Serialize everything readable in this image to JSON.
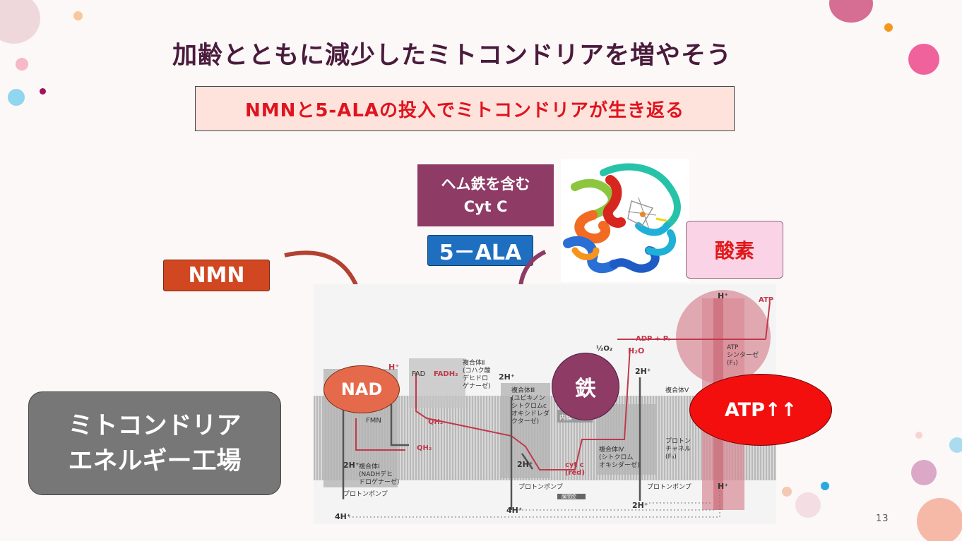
{
  "slide": {
    "title": "加齢とともに減少したミトコンドリアを増やそう",
    "subtitle": "NMNと5-ALAの投入でミトコンドリアが生き返る",
    "page_number": "13"
  },
  "labels": {
    "heme_line1": "ヘム鉄を含む",
    "heme_line2": "Cyt C",
    "ala": "5－ALA",
    "oxygen": "酸素",
    "nmn": "NMN",
    "nad": "NAD",
    "iron": "鉄",
    "atp_up": "ATP↑↑",
    "mito_line1": "ミトコンドリア",
    "mito_line2": "エネルギー工場"
  },
  "diagram": {
    "h_plus_top": "H⁺",
    "atp": "ATP",
    "adp_pi": "ADP + Pᵢ",
    "half_o2": "½O₂",
    "h2o": "H₂O",
    "atp_synthase": "ATP\nシンターゼ\n(F₁)",
    "fad": "FAD",
    "fadh2": "FADH₂",
    "complex2": "複合体Ⅱ\n(コハク酸\nデヒドロ\nゲナーゼ)",
    "complex3": "複合体Ⅲ\n(ユビキノン\nシトクロムc\nオキシドレダ\nクターゼ)",
    "complex5": "複合体Ⅴ",
    "proton_channel": "プロトン\nチャネル\n(F₀)",
    "complex4": "複合体Ⅳ\n(シトクロム\nオキシダーゼ)",
    "complex1": "複合体Ⅰ\n(NADHデヒ\nドロゲナーゼ)",
    "fmn": "FMN",
    "qh2": "QH₂",
    "cytc_red": "cyt c\n(red)",
    "proton_pump": "プロトンポンプ",
    "inner_membrane": "内膜",
    "intermembrane": "膜間腔",
    "h_2": "2H⁺",
    "h_4": "4H⁺",
    "h_1": "H⁺",
    "h_top_left": "H⁺"
  },
  "colors": {
    "title": "#4a1b3c",
    "subtitle_red": "#e0141f",
    "heme_box": "#8e3b66",
    "ala_box": "#1e6fc0",
    "nmn_box": "#d14721",
    "nad": "#e56a4c",
    "atp_red": "#f40f0f",
    "mito_gray": "#777777"
  }
}
